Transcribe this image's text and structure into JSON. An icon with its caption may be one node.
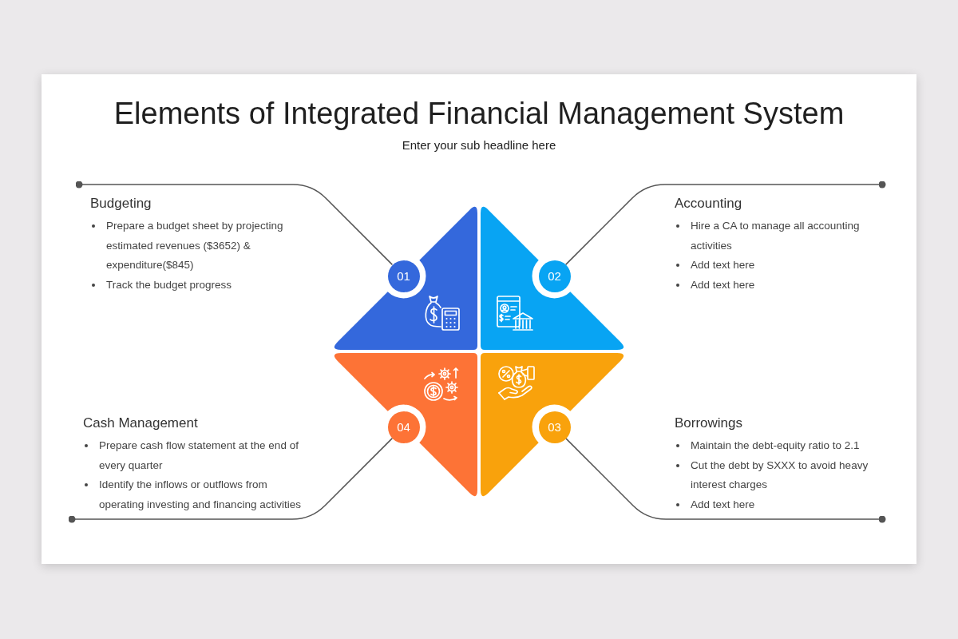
{
  "diagram": {
    "title": "Elements of Integrated Financial Management System",
    "nodes": [
      {
        "text": [
          "Budgeting",
          "Prepare a budget sheet by projecting estimated revenues ($3652) & expenditure($845)",
          "Track the budget progress"
        ]
      },
      {
        "text": [
          "Accounting",
          "Hire a CA to manage all accounting activities",
          "Add text here",
          "Add text here"
        ]
      },
      {
        "text": [
          "01"
        ]
      },
      {
        "text": [
          "02"
        ]
      },
      {
        "text": [
          "Cash Management",
          "Prepare cash flow statement at the end of every quarter",
          "Identify the inflows or outflows from operating investing and financing activities"
        ]
      },
      {
        "text": [
          "04"
        ]
      },
      {
        "text": [
          "03"
        ]
      },
      {
        "text": [
          "Borrowings",
          "Maintain the debt-equity ratio to 2.1",
          "Cut the debt by SXXX to avoid heavy interest charges",
          "Add text here"
        ]
      }
    ],
    "edges": [
      {
        "from": 2,
        "to": 0,
        "arrow": "other"
      },
      {
        "from": 3,
        "to": 1,
        "arrow": "other"
      },
      {
        "from": 6,
        "to": 7,
        "arrow": "other"
      },
      {
        "from": 5,
        "to": 4,
        "arrow": "other"
      }
    ],
    "labels": [
      "Enter your sub headline here"
    ]
  }
}
